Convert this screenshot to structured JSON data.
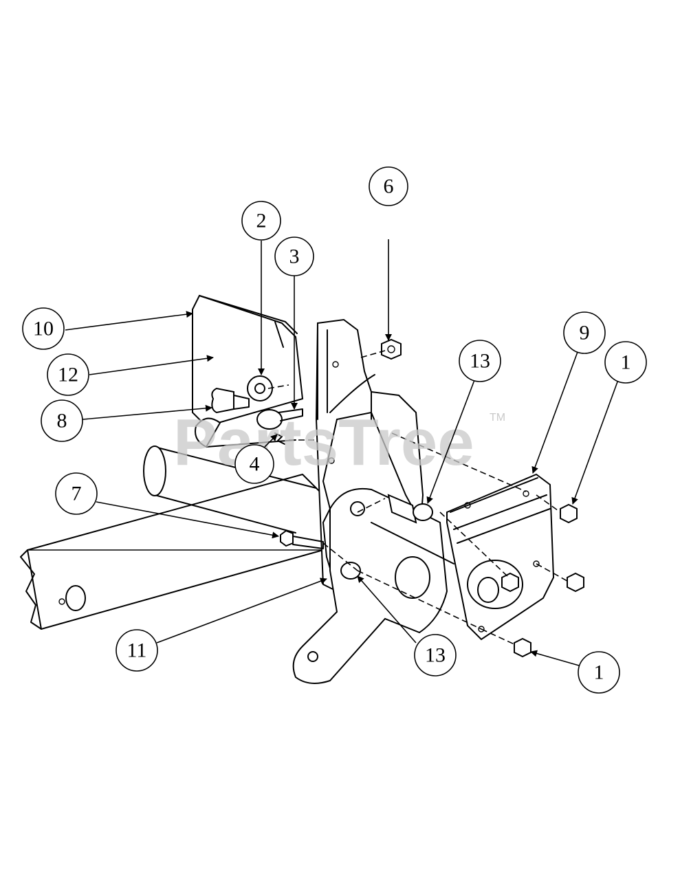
{
  "watermark": {
    "text": "PartsTree",
    "trademark": "TM"
  },
  "callouts": [
    "10",
    "12",
    "8",
    "2",
    "3",
    "4",
    "6",
    "13",
    "9",
    "1",
    "7",
    "11",
    "13",
    "1"
  ],
  "colors": {
    "line": "#000000",
    "background": "#ffffff",
    "watermark": "#c9c9c9"
  }
}
